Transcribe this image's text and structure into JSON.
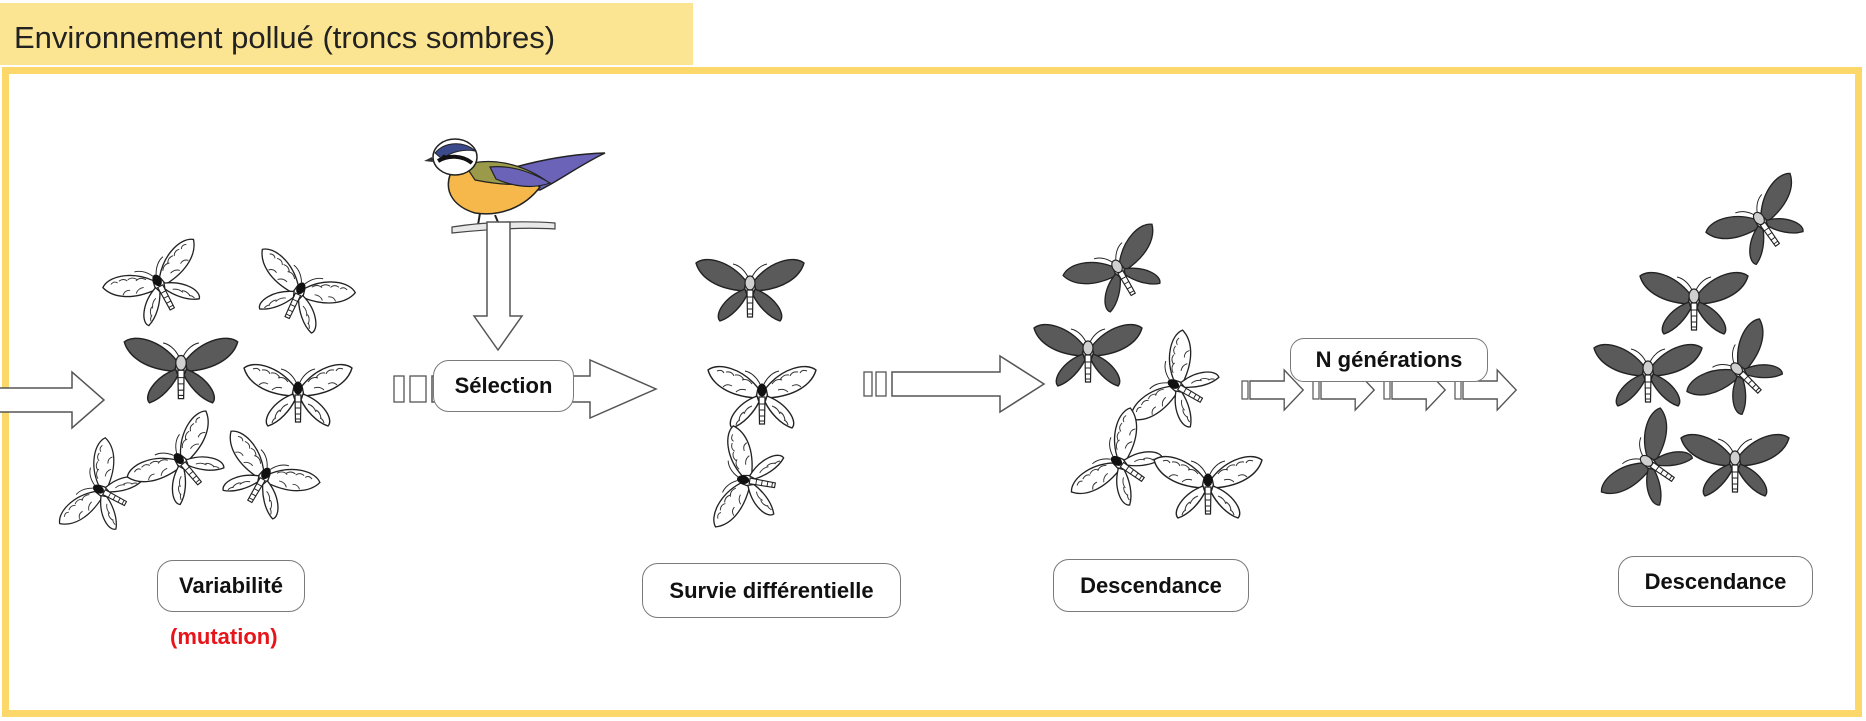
{
  "title": "Environnement pollué (troncs sombres)",
  "labels": {
    "variabilite": "Variabilité",
    "mutation": "(mutation)",
    "selection": "Sélection",
    "survie": "Survie différentielle",
    "descendance_1": "Descendance",
    "n_generations": "N générations",
    "descendance_2": "Descendance"
  },
  "colors": {
    "title_bg": "#fce592",
    "frame_border": "#fcd76a",
    "mutation_text": "#e8141a",
    "dark_moth": "#5a5a5a",
    "light_moth": "#ffffff"
  },
  "icons": [
    "bird-icon",
    "moth-dark-icon",
    "moth-light-icon",
    "arrow-icon"
  ]
}
